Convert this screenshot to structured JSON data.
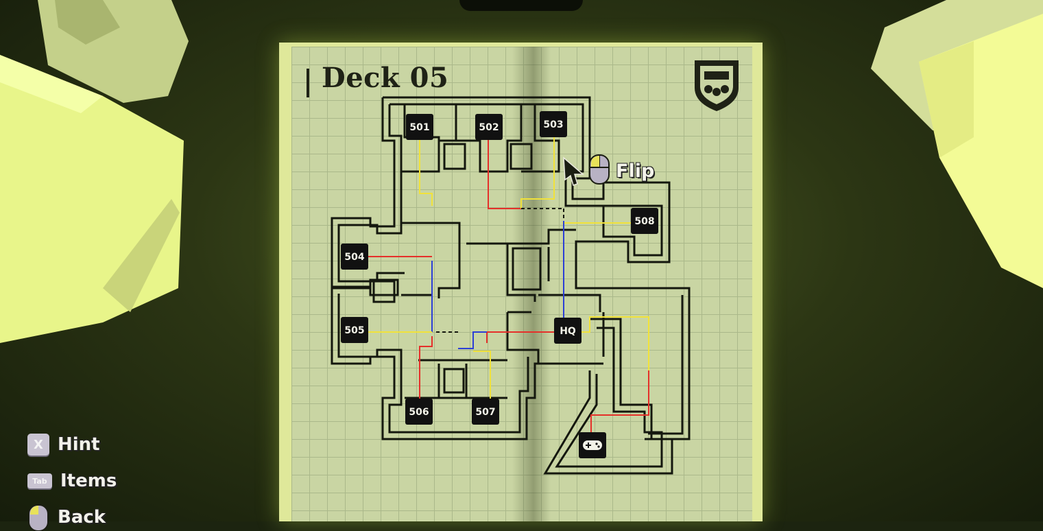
{
  "map": {
    "title": "Deck 05",
    "rooms": [
      {
        "id": "501",
        "label": "501"
      },
      {
        "id": "502",
        "label": "502"
      },
      {
        "id": "503",
        "label": "503"
      },
      {
        "id": "504",
        "label": "504"
      },
      {
        "id": "505",
        "label": "505"
      },
      {
        "id": "506",
        "label": "506"
      },
      {
        "id": "507",
        "label": "507"
      },
      {
        "id": "508",
        "label": "508"
      },
      {
        "id": "hq",
        "label": "HQ"
      }
    ],
    "wire_colors": {
      "yellow": "#f1e23a",
      "red": "#e5302a",
      "blue": "#2c3fd6"
    },
    "icons": [
      "crest-icon",
      "gamepad-icon"
    ]
  },
  "flip": {
    "label": "Flip",
    "icon": "mouse-icon",
    "cursor": "cursor-arrow-icon"
  },
  "controls": [
    {
      "key": "X",
      "label": "Hint"
    },
    {
      "key": "Tab",
      "label": "Items"
    },
    {
      "key": "mouse",
      "label": "Back"
    }
  ]
}
